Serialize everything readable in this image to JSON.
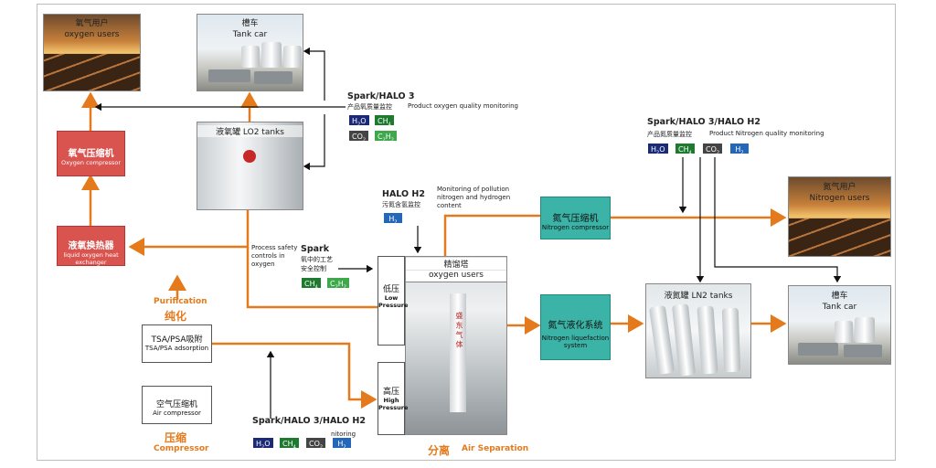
{
  "colors": {
    "orange_line": "#e47a1b",
    "black_line": "#111111",
    "red_box": "#d9534f",
    "teal_box": "#3bb3a6"
  },
  "boxes": {
    "oxygen_users": {
      "cn": "氧气用户",
      "en": "oxygen users"
    },
    "tank_car_top": {
      "cn": "槽车",
      "en": "Tank car"
    },
    "lo2_tanks": "液氧罐 LO2 tanks",
    "oxygen_compressor": {
      "cn": "氧气压缩机",
      "en": "Oxygen compressor"
    },
    "lox_heat_exchanger": {
      "cn": "液氧换热器",
      "en": "liquid oxygen heat exchanger"
    },
    "tsa_psa": {
      "cn": "TSA/PSA吸附",
      "en": "TSA/PSA adsorption"
    },
    "air_compressor": {
      "cn": "空气压缩机",
      "en": "Air compressor"
    },
    "nitrogen_compressor": {
      "cn": "氮气压缩机",
      "en": "Nitrogen compressor"
    },
    "nitrogen_liquefaction": {
      "cn": "氮气液化系统",
      "en": "Nitrogen liquefaction system"
    },
    "nitrogen_users": {
      "cn": "氮气用户",
      "en": "Nitrogen users"
    },
    "ln2_tanks": "液氮罐 LN2 tanks",
    "tank_car_right": {
      "cn": "槽车",
      "en": "Tank car"
    },
    "distillation_tower": {
      "cn": "精馏塔",
      "en": "oxygen users"
    },
    "low_pressure": {
      "cn": "低压",
      "en": "Low Pressure"
    },
    "high_pressure": {
      "cn": "高压",
      "en": "High Pressure"
    },
    "tower_sign": "盛 东 气 体"
  },
  "labels": {
    "spark_halo3_o2": {
      "title": "Spark/HALO 3",
      "cn": "产品氧质量监控",
      "en": "Product oxygen quality monitoring"
    },
    "spark_halo3_n2": {
      "title": "Spark/HALO 3/HALO H2",
      "cn": "产品氮质量监控",
      "en": "Product Nitrogen quality monitoring"
    },
    "halo_h2": {
      "title": "HALO H2",
      "cn": "污氮含氢监控"
    },
    "pollution_monitoring": "Monitoring of pollution nitrogen and hydrogen content",
    "spark_safety": {
      "title": "Spark",
      "cn1": "氧中的工艺",
      "cn2": "安全控制"
    },
    "process_safety": "Process safety controls in oxygen",
    "spark_bottom": {
      "title": "Spark/HALO 3/HALO H2",
      "partial": "nitoring"
    },
    "purification": {
      "en": "Purification",
      "cn": "纯化"
    },
    "compressor": {
      "cn": "压缩",
      "en": "Compressor"
    },
    "air_separation": {
      "cn": "分离",
      "en": "Air Separation"
    }
  },
  "chips": {
    "h2o": {
      "main": "H",
      "sub": "2",
      "tail": "O"
    },
    "ch4": {
      "main": "CH",
      "sub": "4",
      "tail": ""
    },
    "co2": {
      "main": "CO",
      "sub": "2",
      "tail": ""
    },
    "c2h2": {
      "main": "C",
      "sub": "2",
      "tail": "H",
      "sub2": "2"
    },
    "h2": {
      "main": "H",
      "sub": "2",
      "tail": ""
    }
  }
}
